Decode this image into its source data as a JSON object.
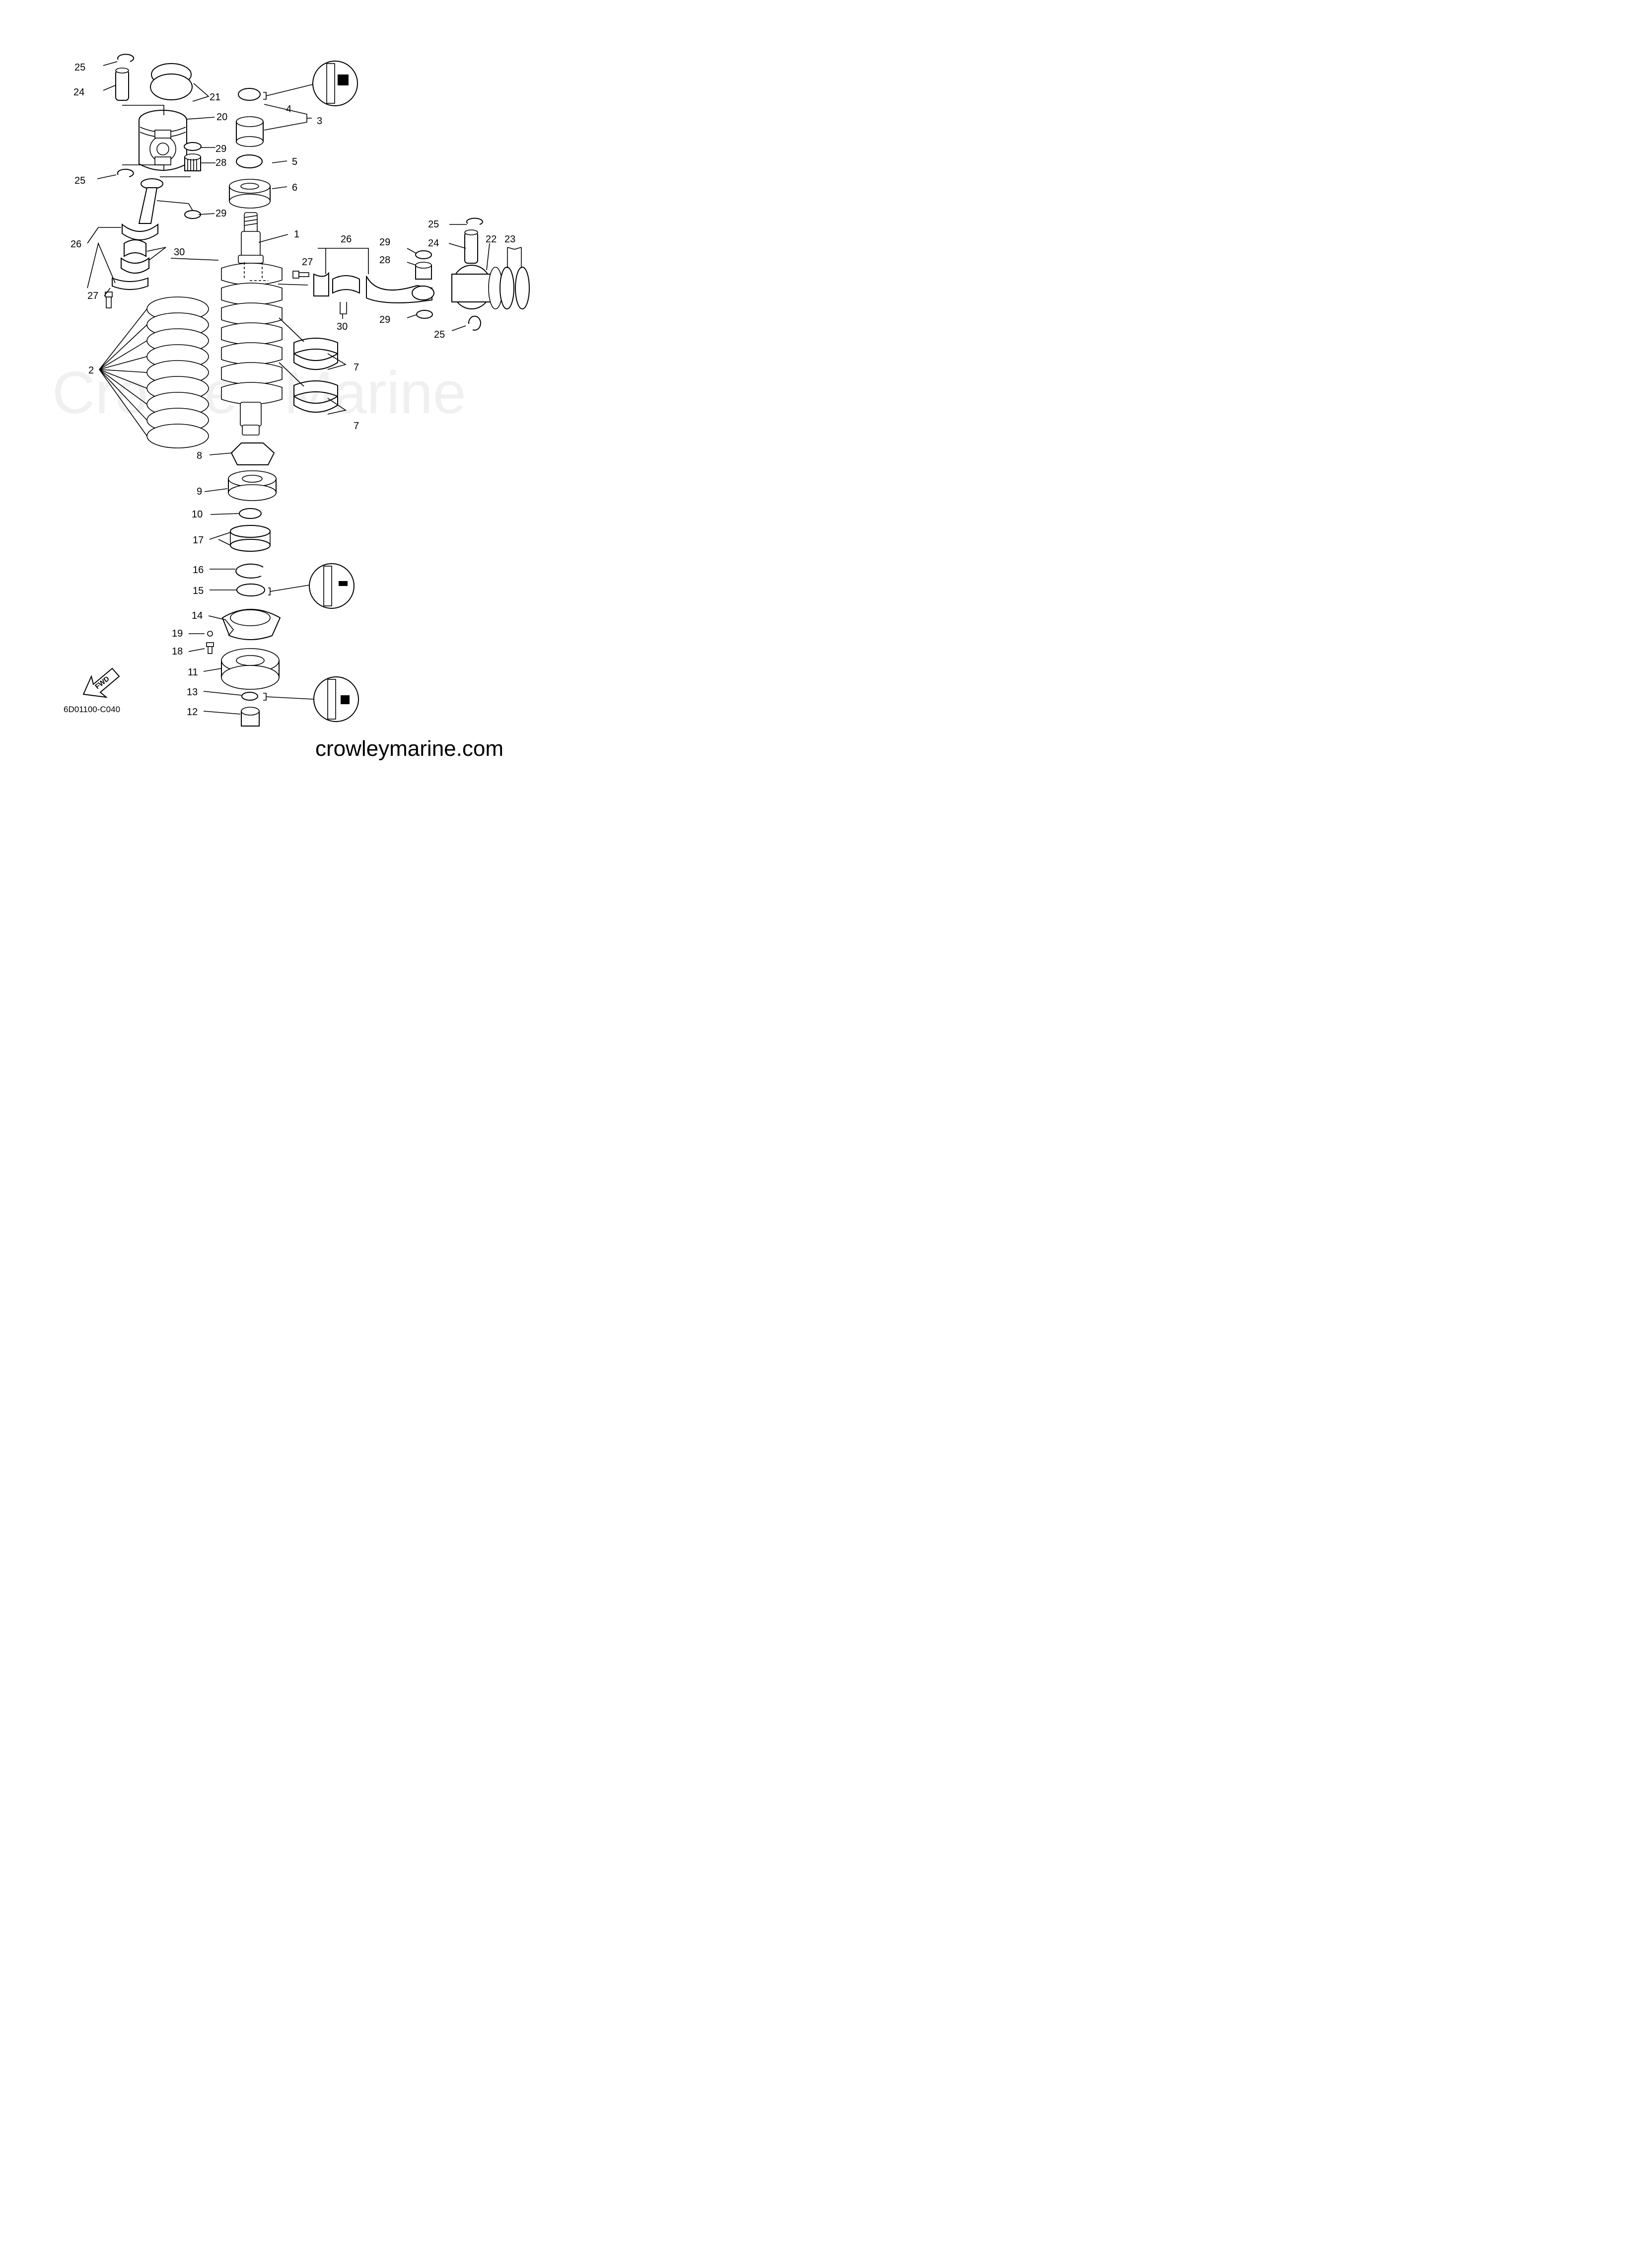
{
  "watermark": "Crowley Marine",
  "drawing_code": "6D01100-C040",
  "website": "crowleymarine.com",
  "fwd_label": "FWD",
  "callouts": [
    {
      "num": "1"
    },
    {
      "num": "2"
    },
    {
      "num": "3"
    },
    {
      "num": "4"
    },
    {
      "num": "5"
    },
    {
      "num": "6"
    },
    {
      "num": "7"
    },
    {
      "num": "7"
    },
    {
      "num": "8"
    },
    {
      "num": "9"
    },
    {
      "num": "10"
    },
    {
      "num": "11"
    },
    {
      "num": "12"
    },
    {
      "num": "13"
    },
    {
      "num": "14"
    },
    {
      "num": "15"
    },
    {
      "num": "16"
    },
    {
      "num": "17"
    },
    {
      "num": "18"
    },
    {
      "num": "19"
    },
    {
      "num": "20"
    },
    {
      "num": "21"
    },
    {
      "num": "22"
    },
    {
      "num": "23"
    },
    {
      "num": "24"
    },
    {
      "num": "24"
    },
    {
      "num": "25"
    },
    {
      "num": "25"
    },
    {
      "num": "25"
    },
    {
      "num": "25"
    },
    {
      "num": "26"
    },
    {
      "num": "26"
    },
    {
      "num": "27"
    },
    {
      "num": "27"
    },
    {
      "num": "28"
    },
    {
      "num": "28"
    },
    {
      "num": "29"
    },
    {
      "num": "29"
    },
    {
      "num": "29"
    },
    {
      "num": "29"
    },
    {
      "num": "30"
    },
    {
      "num": "30"
    }
  ]
}
